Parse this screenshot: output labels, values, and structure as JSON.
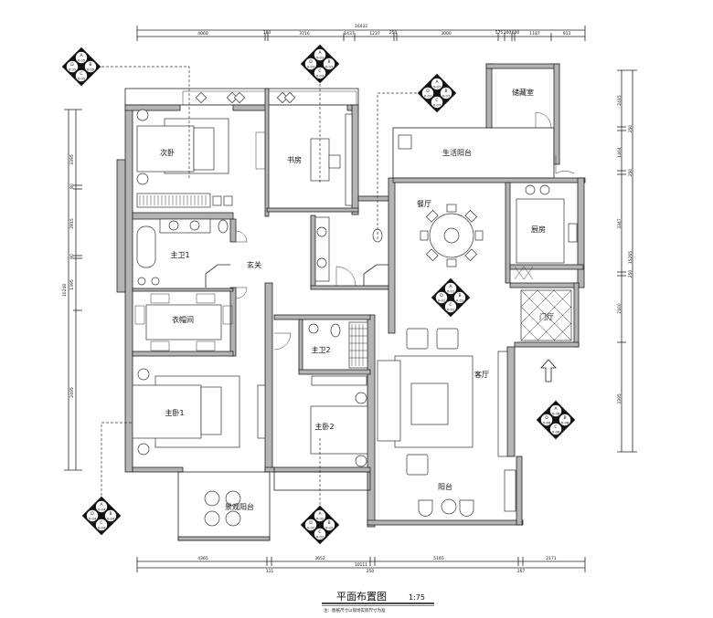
{
  "drawing": {
    "title": "平面布置图",
    "scale": "1:75",
    "note": "注：图纸尺寸以现场实际尺寸为准"
  },
  "rooms": {
    "second_bedroom": "次卧",
    "study": "书房",
    "master_bath_1": "主卫1",
    "foyer": "玄关",
    "walk_in_closet": "衣帽间",
    "master_bedroom_1": "主卧1",
    "view_balcony": "景观阳台",
    "master_bath_2": "主卫2",
    "master_bedroom_2": "主卧2",
    "storage": "储藏室",
    "utility_balcony": "生活阳台",
    "dining": "餐厅",
    "kitchen": "厨房",
    "entry_hall": "门厅",
    "living": "客厅",
    "balcony": "阳台"
  },
  "dimensions": {
    "top_total": "16432",
    "top": [
      "4060",
      "180",
      "3716",
      "1437",
      "1237",
      "250",
      "3000",
      "575",
      "300",
      "600",
      "1187",
      "913"
    ],
    "bottom": [
      "4365",
      "3652",
      "5165",
      "2171"
    ],
    "bottom_sub": [
      "111",
      "10111",
      "250",
      "267"
    ],
    "left_total": "10248",
    "left": [
      "3395",
      "80",
      "2815",
      "90",
      "1395",
      "2495"
    ],
    "right": [
      "2415",
      "250",
      "1404",
      "250",
      "3347",
      "250",
      "2100",
      "3395"
    ],
    "right_total": "15265"
  },
  "elevation_markers": [
    {
      "id": "05",
      "labels": [
        "A",
        "B",
        "C",
        "D"
      ],
      "code": "X-05"
    },
    {
      "id": "03",
      "labels": [
        "A",
        "B",
        "C",
        "D"
      ],
      "code": "X-03"
    },
    {
      "id": "07",
      "labels": [
        "A",
        "B",
        "C",
        "D"
      ],
      "code": "X-07"
    },
    {
      "id": "01",
      "labels": [
        "A",
        "B",
        "C",
        "D"
      ],
      "code": "X-01"
    },
    {
      "id": "06",
      "labels": [
        "A",
        "B",
        "C",
        "D"
      ],
      "code": "X-06"
    },
    {
      "id": "04",
      "labels": [
        "A",
        "B",
        "C",
        "D"
      ],
      "code": "X-04"
    },
    {
      "id": "02",
      "labels": [
        "A",
        "B",
        "C",
        "D"
      ],
      "code": "X-02"
    }
  ]
}
